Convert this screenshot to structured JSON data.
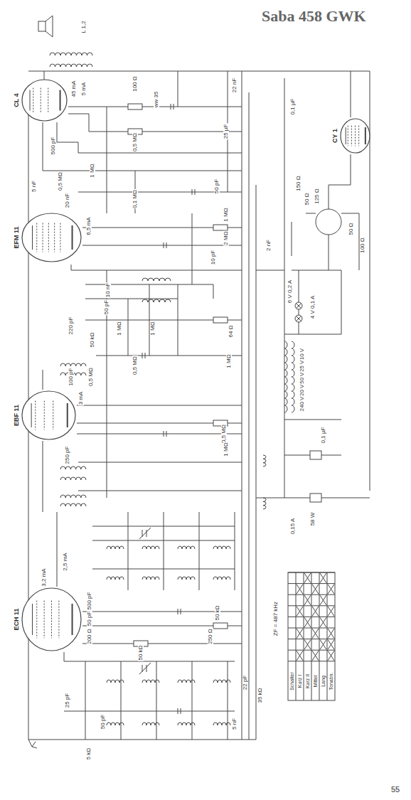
{
  "diagram": {
    "title": "Saba 458 GWK",
    "nodes": [
      {
        "text": [
          "CL 4"
        ]
      },
      {
        "text": [
          "CY 1"
        ]
      },
      {
        "text": [
          "EFM 11"
        ]
      },
      {
        "text": [
          "EBF 11"
        ]
      },
      {
        "text": [
          "ECH 11"
        ]
      }
    ],
    "labels": [
      "L 1,2",
      "45 mA",
      "5 mA",
      "100 Ω",
      "ww 35",
      "0,1 µF",
      "22 nF",
      "25 µF",
      "0,5 MΩ",
      "500 pF",
      "1 MΩ",
      "0,5 MΩ",
      "20 nF",
      "5 nF",
      "0,1 MΩ",
      "50 pF",
      "6,5 mA",
      "1 MΩ",
      "2 MΩ",
      "10 pF",
      "2 nF",
      "10 nF",
      "50 pF",
      "1 MΩ",
      "1 MΩ",
      "220 pF",
      "50 kΩ",
      "64 Ω",
      "1 MΩ",
      "0,5 MΩ",
      "3 mA",
      "100 pF",
      "0,5 MΩ",
      "0,5 MΩ",
      "250 pF",
      "1 MΩ",
      "2,5 mA",
      "3,2 mA",
      "500 pF",
      "50 pF",
      "200 Ω",
      "50 kΩ",
      "250 Ω",
      "50 kΩ",
      "22 pF",
      "35 kΩ",
      "5 nF",
      "25 pF",
      "50 pF",
      "5 kΩ",
      "ZF = 487 kHz",
      "50 Ω",
      "125 Ω",
      "150 Ω",
      "50 Ω",
      "100 Ω",
      "6 V 0,2 A",
      "4 V 0,1 A",
      "110 V",
      "125 V",
      "150 V",
      "220 V",
      "240 V",
      "0,1 µF",
      "58 W",
      "0,15 A",
      "Schalter",
      "Kurz I",
      "Kurz II",
      "Mittel",
      "Lang",
      "Tonabn.",
      "55"
    ]
  }
}
